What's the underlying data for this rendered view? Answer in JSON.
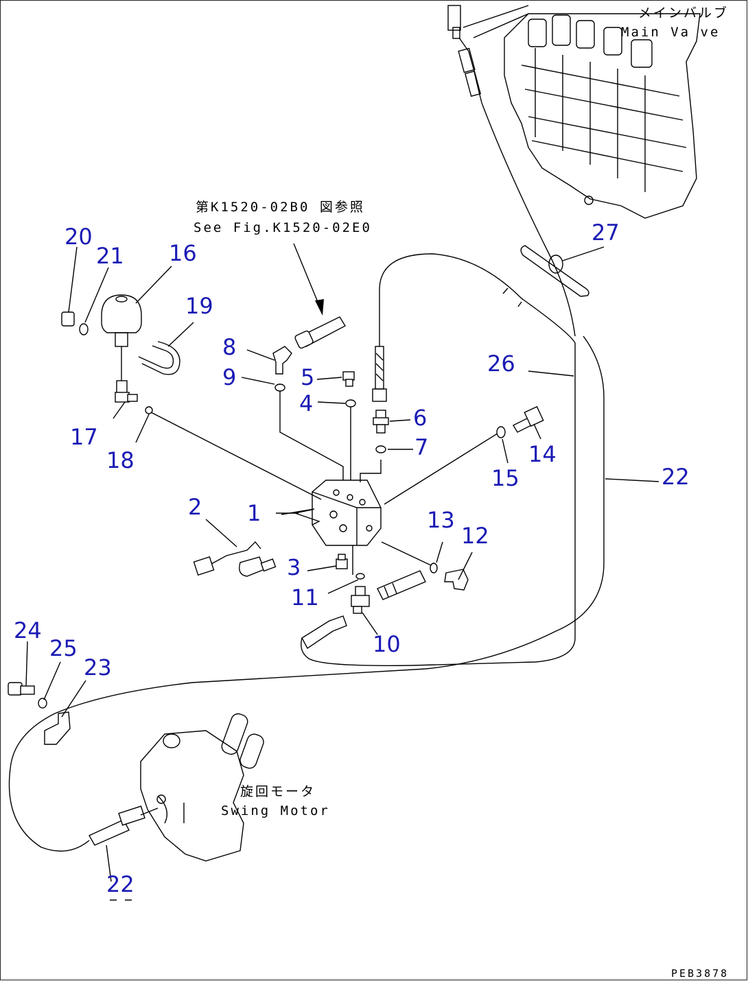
{
  "labels": {
    "main_valve_jp": "メインバルブ",
    "main_valve_en": "Main Va ve",
    "ref_jp": "第K1520-02B0 図参照",
    "ref_en": "See Fig.K1520-02E0",
    "swing_motor_jp": "旋回モータ",
    "swing_motor_en": "Swing Motor",
    "drawing_code": "PEB3878"
  },
  "callouts": {
    "p1": "1",
    "p2": "2",
    "p3": "3",
    "p4": "4",
    "p5": "5",
    "p6": "6",
    "p7": "7",
    "p8": "8",
    "p9": "9",
    "p10": "10",
    "p11": "11",
    "p12": "12",
    "p13": "13",
    "p14": "14",
    "p15": "15",
    "p16": "16",
    "p17": "17",
    "p18": "18",
    "p19": "19",
    "p20": "20",
    "p21": "21",
    "p22": "22",
    "p23": "23",
    "p24": "24",
    "p25": "25",
    "p26": "26",
    "p27": "27",
    "p22b": "22"
  },
  "colors": {
    "callout": "#1a1ab4",
    "line": "#000000"
  }
}
